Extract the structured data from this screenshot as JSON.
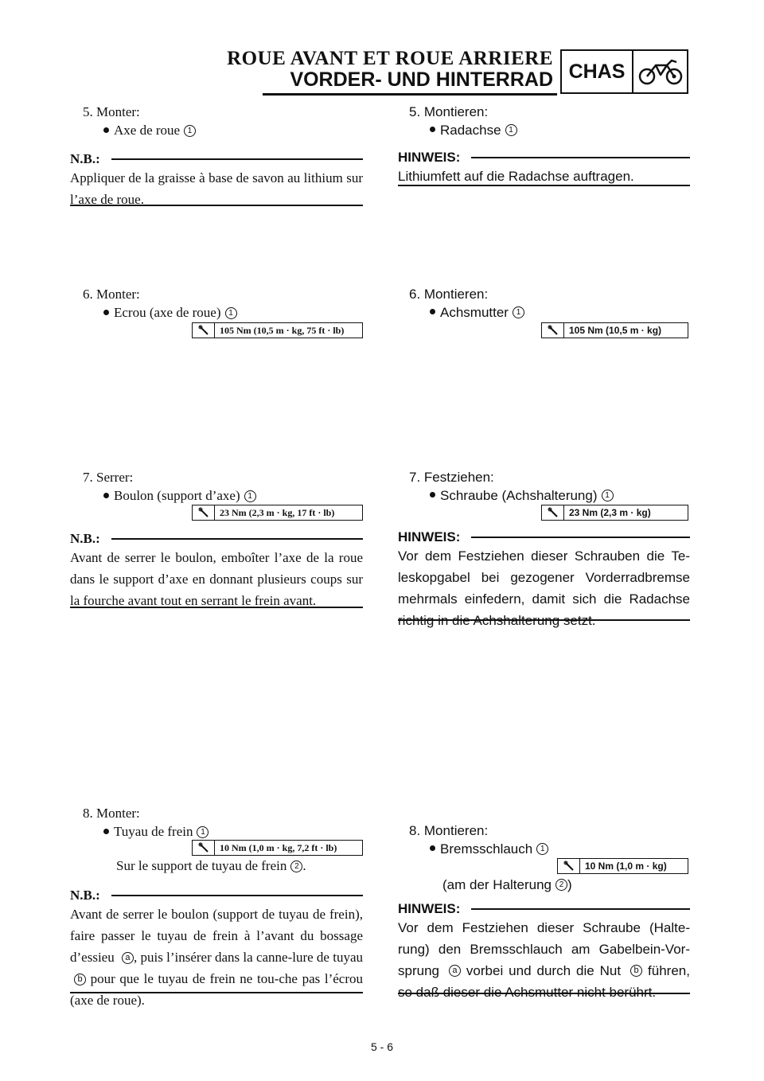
{
  "header": {
    "title_fr": "ROUE AVANT ET ROUE ARRIERE",
    "title_de": "VORDER- UND HINTERRAD",
    "badge_text": "CHAS",
    "badge_icon": "motorcycle-icon"
  },
  "fr": {
    "step5": {
      "heading": "5. Monter:",
      "item": "Axe de roue",
      "ref": "1"
    },
    "note1": {
      "label": "N.B.:",
      "text": "Appliquer de la graisse à base de savon au lithium sur l’axe de roue."
    },
    "step6": {
      "heading": "6. Monter:",
      "item": "Ecrou (axe de roue)",
      "ref": "1",
      "torque": "105 Nm (10,5 m · kg, 75 ft · lb)"
    },
    "step7": {
      "heading": "7. Serrer:",
      "item": "Boulon (support d’axe)",
      "ref": "1",
      "torque": "23 Nm (2,3 m · kg, 17 ft · lb)"
    },
    "note2": {
      "label": "N.B.:",
      "text": "Avant de serrer le boulon, emboîter l’axe de la roue dans le support d’axe en donnant plusieurs coups sur la fourche avant tout en serrant le frein avant."
    },
    "step8": {
      "heading": "8. Monter:",
      "item": "Tuyau de frein",
      "ref": "1",
      "torque": "10 Nm (1,0 m · kg, 7,2 ft · lb)",
      "sub_pre": "Sur le support de tuyau de frein",
      "sub_ref": "2",
      "sub_post": "."
    },
    "note3": {
      "label": "N.B.:",
      "t1": "Avant de serrer le boulon (support de tuyau de frein), faire passer le tuyau de frein à l’avant du bossage d’essieu",
      "ref_a": "a",
      "t2": ", puis l’insérer dans la canne-lure de tuyau",
      "ref_b": "b",
      "t3": "pour que le tuyau de frein ne tou-che pas l’écrou (axe de roue)."
    }
  },
  "de": {
    "step5": {
      "heading": "5. Montieren:",
      "item": "Radachse",
      "ref": "1"
    },
    "note1": {
      "label": "HINWEIS:",
      "text": "Lithiumfett auf die Radachse auftragen."
    },
    "step6": {
      "heading": "6. Montieren:",
      "item": "Achsmutter",
      "ref": "1",
      "torque": "105 Nm (10,5 m · kg)"
    },
    "step7": {
      "heading": "7. Festziehen:",
      "item": "Schraube (Achshalterung)",
      "ref": "1",
      "torque": "23 Nm (2,3 m · kg)"
    },
    "note2": {
      "label": "HINWEIS:",
      "text": "Vor dem Festziehen dieser Schrauben die Te-leskopgabel bei gezogener Vorderradbremse mehrmals einfedern, damit sich die Radachse richtig in die Achshalterung setzt."
    },
    "step8": {
      "heading": "8. Montieren:",
      "item": "Bremsschlauch",
      "ref": "1",
      "torque": "10 Nm (1,0 m · kg)",
      "sub_pre": "(am der Halterung",
      "sub_ref": "2",
      "sub_post": ")"
    },
    "note3": {
      "label": "HINWEIS:",
      "t1": "Vor dem Festziehen dieser Schraube (Halte-rung) den Bremsschlauch am Gabelbein-Vor-sprung",
      "ref_a": "a",
      "t2": "vorbei und durch die Nut",
      "ref_b": "b",
      "t3": "führen, so daß dieser die Achsmutter nicht berührt."
    }
  },
  "page_number": "5 - 6",
  "icons": {
    "torque": "wrench-icon"
  }
}
